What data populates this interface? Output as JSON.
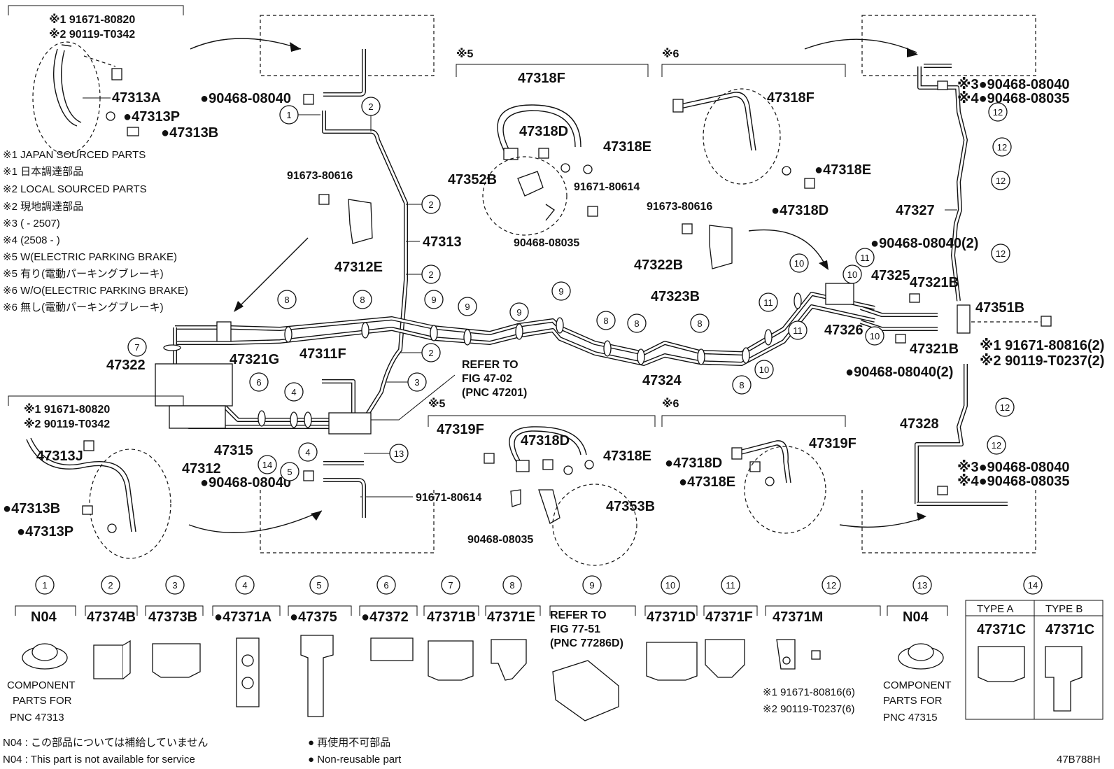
{
  "diagram_id": "47B788H",
  "notes": [
    "※1 JAPAN SOURCED PARTS",
    "※1 日本調達部品",
    "※2 LOCAL SOURCED PARTS",
    "※2 現地調達部品",
    "※3 (        - 2507)",
    "※4 (2508 -        )",
    "※5 W(ELECTRIC PARKING BRAKE)",
    "※5 有り(電動パーキングブレーキ)",
    "※6 W/O(ELECTRIC PARKING BRAKE)",
    "※6 無し(電動パーキングブレーキ)"
  ],
  "section_marks": {
    "s5_top": "※5",
    "s6_top": "※6",
    "s5_bottom": "※5",
    "s6_bottom": "※6"
  },
  "top_left": {
    "ref1": "※1 91671-80820",
    "ref2": "※2 90119-T0342",
    "p1": "47313A",
    "p2": "●47313P",
    "p3": "●47313B"
  },
  "bottom_left": {
    "ref1": "※1 91671-80820",
    "ref2": "※2 90119-T0342",
    "p1": "47313J",
    "p2": "●47313B",
    "p3": "●47313P"
  },
  "center_labels": {
    "l90468a": "●90468-08040",
    "l91673a": "91673-80616",
    "l47312E": "47312E",
    "l47313": "47313",
    "l47322": "47322",
    "l47321G": "47321G",
    "l47311F": "47311F",
    "refer": "REFER TO",
    "fig": "FIG 47-02",
    "pnc": "(PNC 47201)",
    "l47312": "47312",
    "l47315": "47315",
    "l90468b": "●90468-08040",
    "l91671b": "91671-80614",
    "l47323B": "47323B",
    "l47324": "47324",
    "l47326": "47326",
    "l47325": "47325"
  },
  "panel5top": {
    "a": "47318F",
    "b": "47318D",
    "c": "47318E",
    "d": "47352B",
    "e": "91671-80614",
    "f": "90468-08035"
  },
  "panel6top": {
    "a": "47318F",
    "b": "●47318E",
    "c": "●47318D",
    "d": "91673-80616",
    "e": "47322B"
  },
  "panel5bot": {
    "a": "47319F",
    "b": "47318D",
    "c": "47318E",
    "d": "47353B",
    "e": "90468-08035"
  },
  "panel6bot": {
    "a": "47319F",
    "b": "●47318D",
    "c": "●47318E"
  },
  "right": {
    "r1": "※3●90468-08040",
    "r2": "※4●90468-08035",
    "l47327": "47327",
    "r3": "●90468-08040(2)",
    "l47321B_top": "47321B",
    "l47351B": "47351B",
    "r4": "※1 91671-80816(2)",
    "r5": "※2 90119-T0237(2)",
    "l47321B_bot": "47321B",
    "r6": "●90468-08040(2)",
    "l47328": "47328",
    "r7": "※3●90468-08040",
    "r8": "※4●90468-08035"
  },
  "legend_cells": [
    {
      "num": "1",
      "pn": "N04",
      "desc": [
        "COMPONENT",
        "PARTS FOR",
        "PNC 47313"
      ]
    },
    {
      "num": "2",
      "pn": "47374B"
    },
    {
      "num": "3",
      "pn": "47373B"
    },
    {
      "num": "4",
      "pn": "●47371A"
    },
    {
      "num": "5",
      "pn": "●47375"
    },
    {
      "num": "6",
      "pn": "●47372"
    },
    {
      "num": "7",
      "pn": "47371B"
    },
    {
      "num": "8",
      "pn": "47371E"
    },
    {
      "num": "9",
      "pn": "REFER TO",
      "desc": [
        "FIG 77-51",
        "(PNC 77286D)"
      ]
    },
    {
      "num": "10",
      "pn": "47371D"
    },
    {
      "num": "11",
      "pn": "47371F"
    },
    {
      "num": "12",
      "pn": "47371M",
      "desc": [
        "※1 91671-80816(6)",
        "※2 90119-T0237(6)"
      ]
    },
    {
      "num": "13",
      "pn": "N04",
      "desc": [
        "COMPONENT",
        "PARTS FOR",
        "PNC 47315"
      ]
    },
    {
      "num": "14",
      "typeA": "TYPE A",
      "typeB": "TYPE B",
      "pnA": "47371C",
      "pnB": "47371C"
    }
  ],
  "footnotes": {
    "n04_jp": "N04 : この部品については補給していません",
    "n04_en": "N04 : This part is not available for service",
    "dot_jp": "● 再使用不可部品",
    "dot_en": "● Non-reusable part"
  }
}
